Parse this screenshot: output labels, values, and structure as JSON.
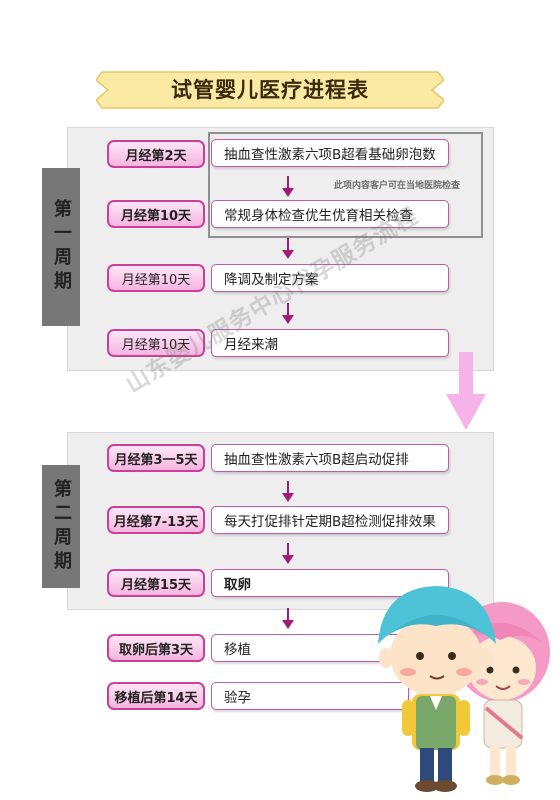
{
  "title": "试管婴儿医疗进程表",
  "week1": {
    "label": "第一周期",
    "steps": [
      {
        "pill": "月经第2天",
        "text": "抽血查性激素六项B超看基础卵泡数"
      },
      {
        "pill": "月经第10天",
        "text": "常规身体检查优生优育相关检查"
      },
      {
        "pill": "月经第10天",
        "text": "降调及制定方案"
      },
      {
        "pill": "月经第10天",
        "text": "月经来潮"
      }
    ],
    "note": "此项内容客户可在当地医院检查"
  },
  "week2": {
    "label": "第二周期",
    "steps": [
      {
        "pill": "月经第3一5天",
        "text": "抽血查性激素六项B超启动促排"
      },
      {
        "pill": "月经第7-13天",
        "text": "每天打促排针定期B超检测促排效果"
      },
      {
        "pill": "月经第15天",
        "text": "取卵"
      }
    ]
  },
  "after": [
    {
      "pill": "取卵后第3天",
      "text": "移植"
    },
    {
      "pill": "移植后第14天",
      "text": "验孕"
    }
  ],
  "watermark": "山东婴儿服务中心代孕服务流程",
  "colors": {
    "accent": "#a21a7a",
    "pill_border": "#ca3f98",
    "banner": "#fbeaa4",
    "panel": "#eeeeee",
    "big_arrow": "#f6b3ea"
  }
}
